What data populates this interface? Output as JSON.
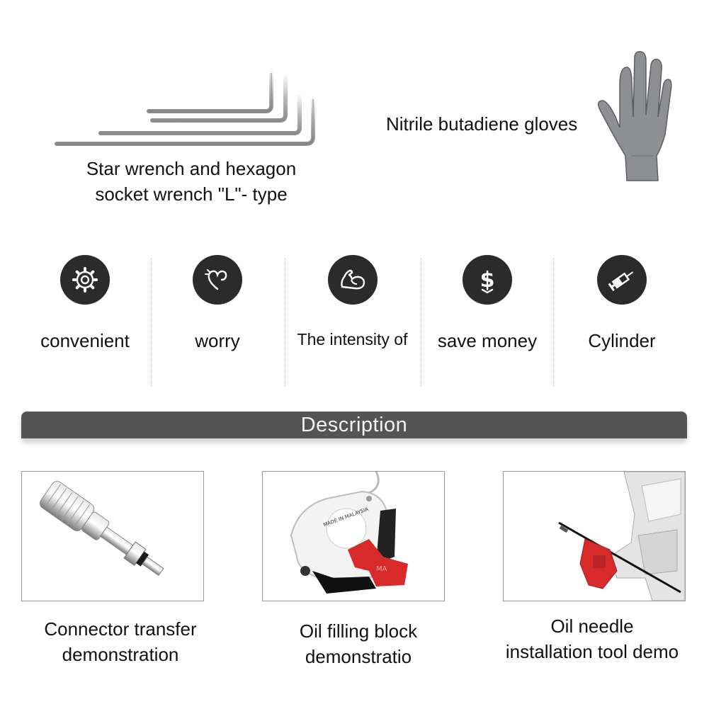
{
  "top": {
    "wrench_caption_line1": "Star wrench and hexagon",
    "wrench_caption_line2": "socket wrench \"L\"- type",
    "gloves_label": "Nitrile butadiene gloves"
  },
  "features": [
    {
      "label": "convenient",
      "icon": "gear-icon"
    },
    {
      "label": "worry",
      "icon": "heart-icon"
    },
    {
      "label": "The intensity of",
      "icon": "muscle-arm-icon"
    },
    {
      "label": "save money",
      "icon": "dollar-icon"
    },
    {
      "label": "Cylinder",
      "icon": "syringe-icon"
    }
  ],
  "description": {
    "title": "Description"
  },
  "demos": [
    {
      "line1": "Connector transfer",
      "line2": "demonstration"
    },
    {
      "line1": "Oil filling block",
      "line2": "demonstratio"
    },
    {
      "line1": "Oil needle",
      "line2": "installation tool demo"
    }
  ],
  "product_text": {
    "caliper_print": "MADE IN MALAYSIA",
    "lever_print": "MA"
  },
  "colors": {
    "icon_bg": "#2b2b2b",
    "bar_bg": "#545454",
    "red_part": "#d8292b"
  }
}
